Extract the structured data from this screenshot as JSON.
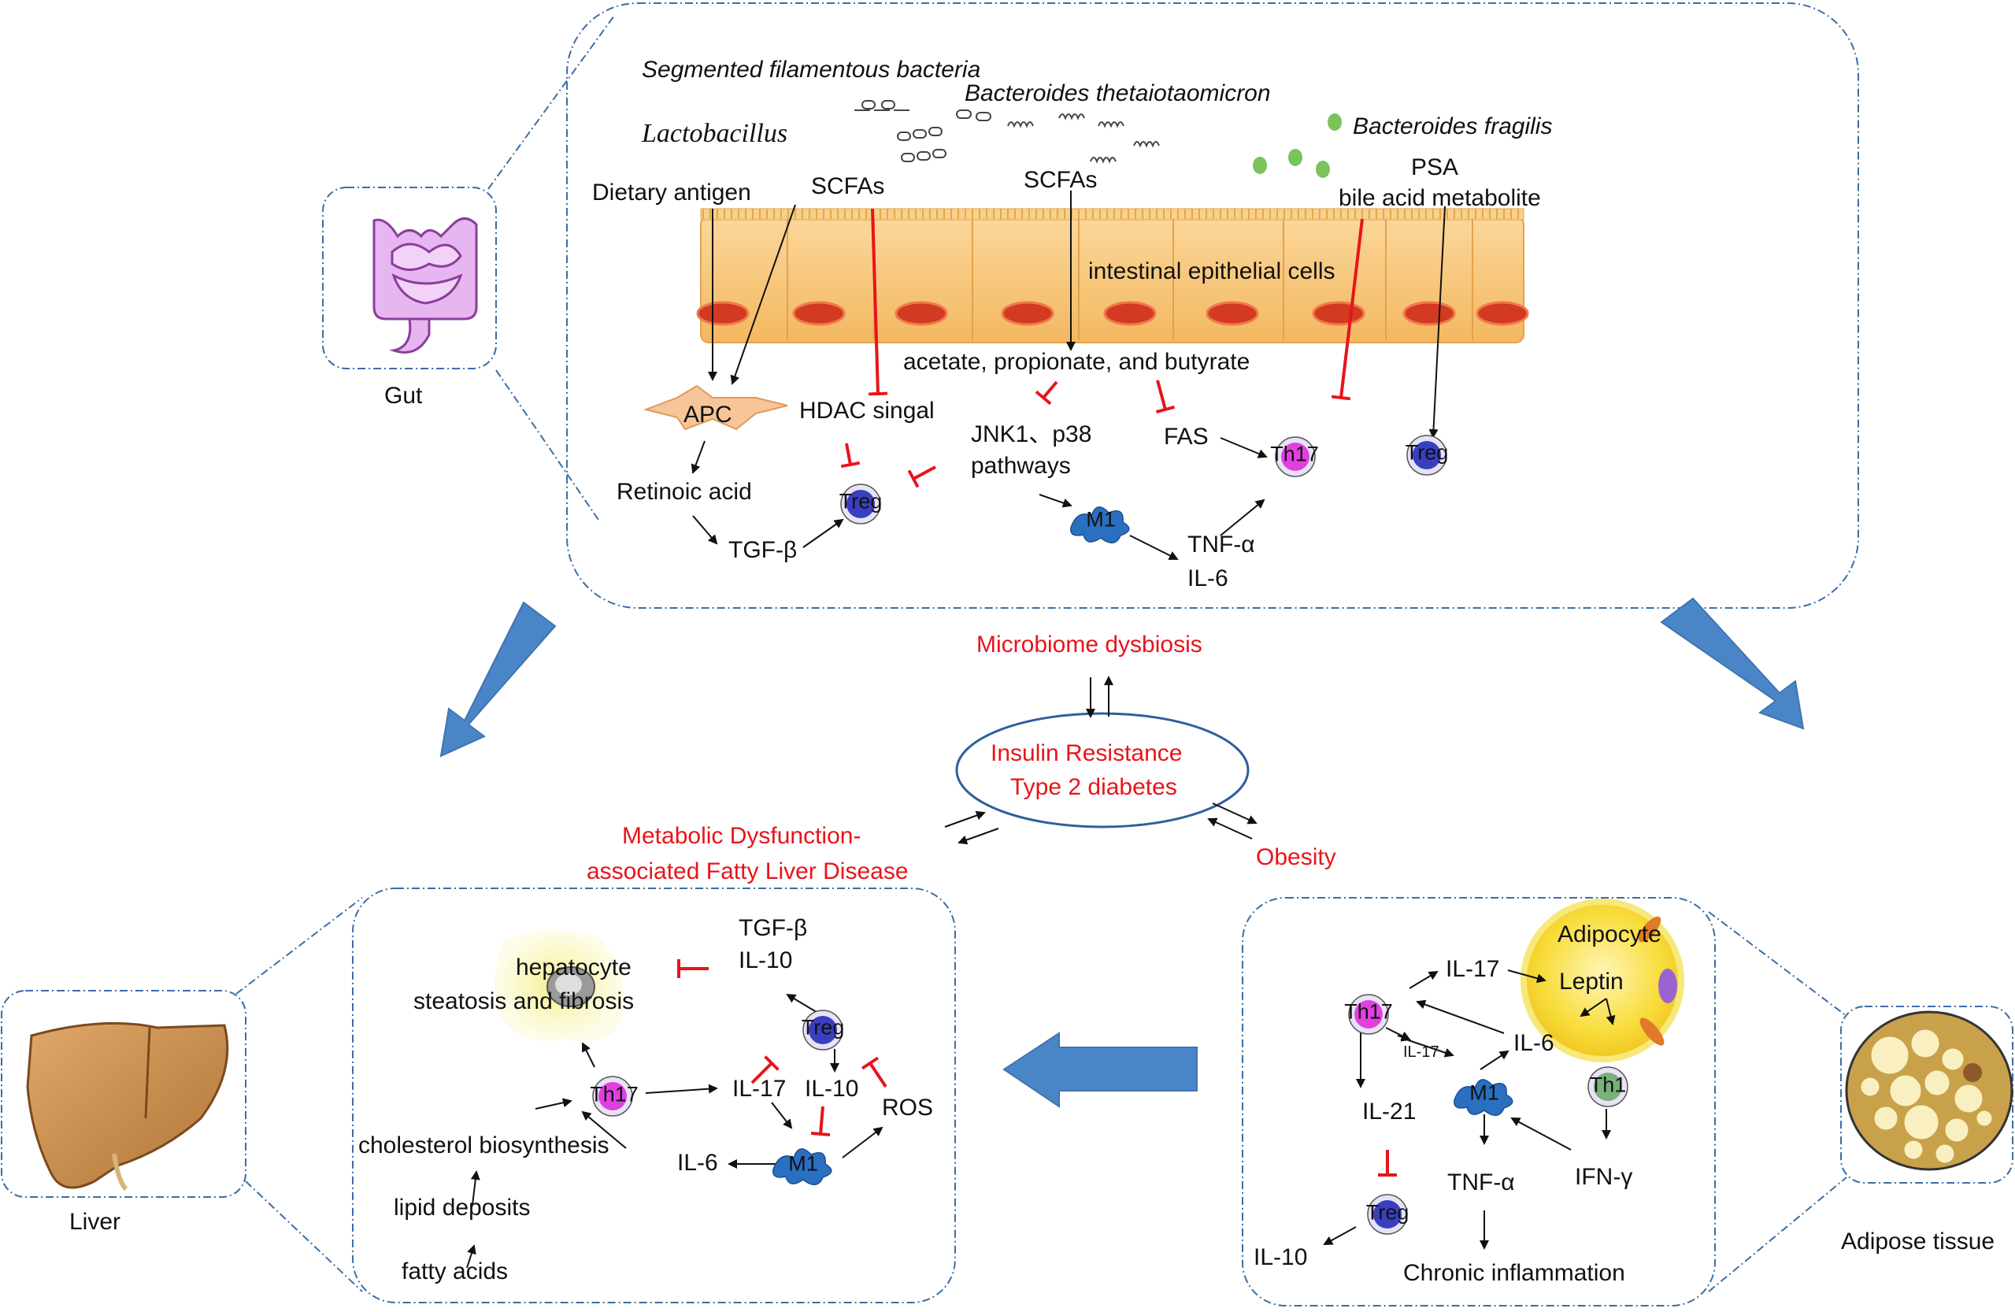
{
  "gut_panel": {
    "bacteria": {
      "sfb": "Segmented filamentous bacteria",
      "lactobacillus": "Lactobacillus",
      "b_theta": "Bacteroides thetaiotaomicron",
      "b_fragilis": "Bacteroides fragilis"
    },
    "dietary_antigen": "Dietary antigen",
    "scfas_left": "SCFAs",
    "scfas_mid": "SCFAs",
    "psa": "PSA",
    "bile_acid": "bile acid metabolite",
    "epithelium": "intestinal epithelial cells",
    "acetate": "acetate, propionate, and butyrate",
    "apc": "APC",
    "hdac": "HDAC singal",
    "jnk_line1": "JNK1、p38",
    "jnk_line2": "pathways",
    "fas": "FAS",
    "th17": "Th17",
    "treg_right": "Treg",
    "treg_mid": "Treg",
    "retinoic": "Retinoic acid",
    "tgfb": "TGF-β",
    "m1": "M1",
    "tnfa": "TNF-α",
    "il6": "IL-6"
  },
  "organs": {
    "gut": "Gut",
    "liver": "Liver",
    "adipose": "Adipose tissue"
  },
  "center": {
    "dysbiosis": "Microbiome dysbiosis",
    "ir_line1": "Insulin  Resistance",
    "ir_line2": "Type 2 diabetes",
    "mafld_line1": "Metabolic Dysfunction-",
    "mafld_line2": "associated Fatty Liver Disease",
    "obesity": "Obesity"
  },
  "liver_panel": {
    "tgfb": "TGF-β",
    "il10_top": "IL-10",
    "hep_line1": "hepatocyte",
    "hep_line2": "steatosis and fibrosis",
    "treg": "Treg",
    "th17": "Th17",
    "il17": "IL-17",
    "il10_mid": "IL-10",
    "ros": "ROS",
    "cholesterol": "cholesterol biosynthesis",
    "il6": "IL-6",
    "m1": "M1",
    "lipid": "lipid deposits",
    "fatty": "fatty acids"
  },
  "adipose_panel": {
    "adipocyte": "Adipocyte",
    "il17_top": "IL-17",
    "leptin": "Leptin",
    "th17": "Th17",
    "il6": "IL-6",
    "il17_small": "IL-17",
    "m1": "M1",
    "th1": "Th1",
    "il21": "IL-21",
    "tnfa": "TNF-α",
    "ifng": "IFN-γ",
    "treg": "Treg",
    "il10": "IL-10",
    "chronic": "Chronic inflammation"
  },
  "colors": {
    "label_red": "#e8141b",
    "inhibit_red": "#e8141b",
    "dash_blue": "#3b6ea5",
    "big_arrow_blue": "#4a86c7",
    "epithelial_orange": "#f6c36f",
    "nucleus_red": "#d23a22",
    "treg_blue": "#3a3fc0",
    "th17_pink": "#e040e0",
    "m1_blue": "#2b6fc0",
    "adipocyte_yellow": "#f8d93a",
    "liver_brown": "#c58a4a"
  }
}
